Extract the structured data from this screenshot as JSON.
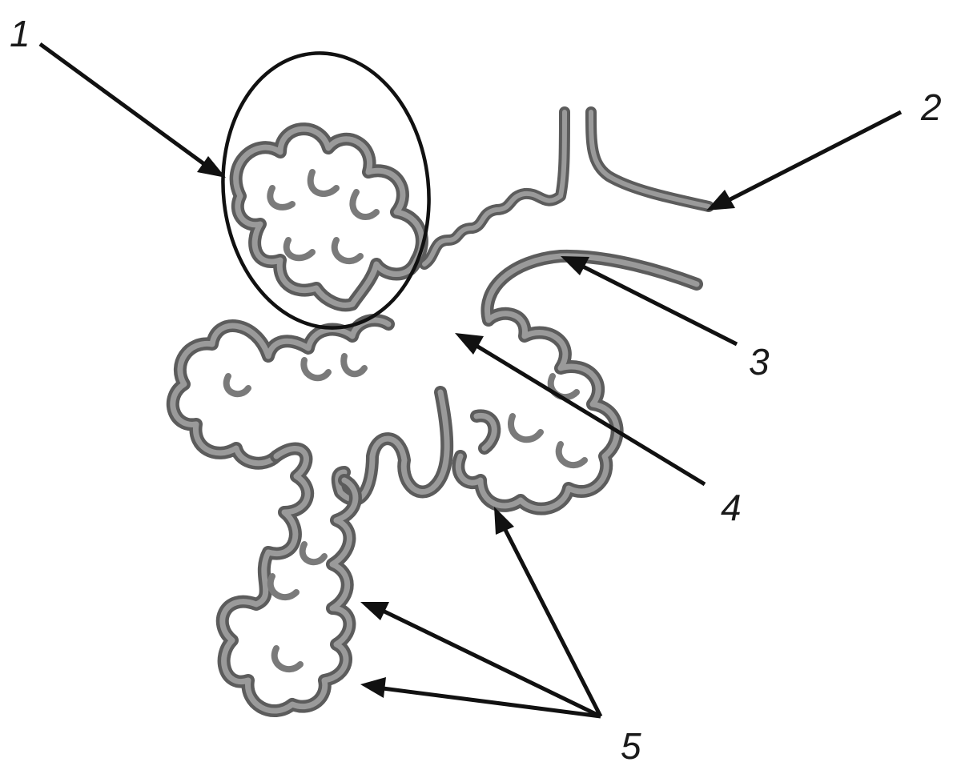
{
  "labels": {
    "l1": "1",
    "l2": "2",
    "l3": "3",
    "l4": "4",
    "l5": "5"
  },
  "colors": {
    "wall_outer": "#5c5c5c",
    "wall_inner": "#9a9a9a",
    "line": "#111111",
    "background": "#ffffff"
  }
}
